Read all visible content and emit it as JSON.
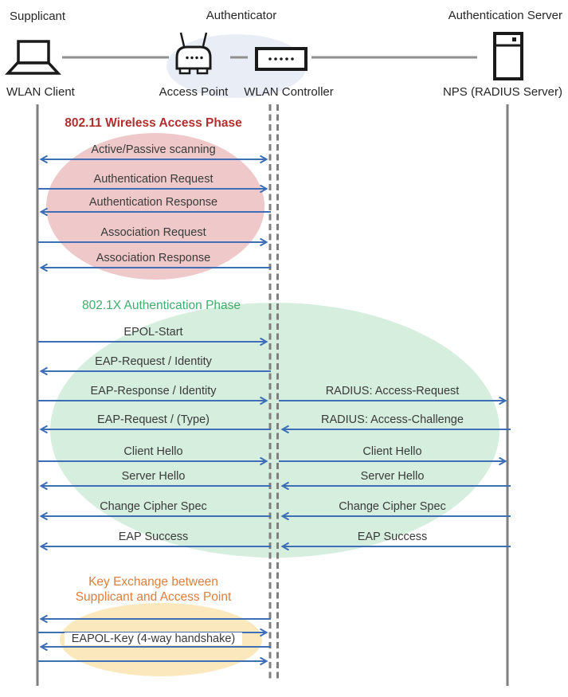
{
  "header": {
    "roles": [
      {
        "label": "Supplicant"
      },
      {
        "label": "Authenticator"
      },
      {
        "label": "Authentication Server"
      }
    ],
    "devices": [
      {
        "label": "WLAN Client"
      },
      {
        "label": "Access Point"
      },
      {
        "label": "WLAN Controller"
      },
      {
        "label": "NPS (RADIUS Server)"
      }
    ]
  },
  "phases": [
    {
      "title": "802.11 Wireless Access Phase",
      "title_color": "#b02f2f",
      "ellipse_color": "#efc9c9",
      "messages": [
        {
          "label": "Active/Passive scanning",
          "from": "WLAN Client",
          "to": "WLAN Controller",
          "direction": "both"
        },
        {
          "label": "Authentication Request",
          "from": "WLAN Client",
          "to": "WLAN Controller",
          "direction": "right"
        },
        {
          "label": "Authentication Response",
          "from": "WLAN Controller",
          "to": "WLAN Client",
          "direction": "left"
        },
        {
          "label": "Association Request",
          "from": "WLAN Client",
          "to": "WLAN Controller",
          "direction": "right"
        },
        {
          "label": "Association Response",
          "from": "WLAN Controller",
          "to": "WLAN Client",
          "direction": "left"
        }
      ]
    },
    {
      "title": "802.1X Authentication Phase",
      "title_color": "#3fad6c",
      "ellipse_color": "#d5eede",
      "messages": [
        {
          "label": "EPOL-Start",
          "segment": "client-controller",
          "direction": "right"
        },
        {
          "label": "EAP-Request / Identity",
          "segment": "client-controller",
          "direction": "left"
        },
        {
          "label": "EAP-Response / Identity",
          "segment": "client-controller",
          "direction": "right"
        },
        {
          "label": "RADIUS: Access-Request",
          "segment": "controller-server",
          "direction": "right"
        },
        {
          "label": "EAP-Request / (Type)",
          "segment": "client-controller",
          "direction": "left"
        },
        {
          "label": "RADIUS: Access-Challenge",
          "segment": "controller-server",
          "direction": "left"
        },
        {
          "label": "Client Hello",
          "segment": "client-controller",
          "direction": "right"
        },
        {
          "label": "Client Hello",
          "segment": "controller-server",
          "direction": "right"
        },
        {
          "label": "Server Hello",
          "segment": "client-controller",
          "direction": "left"
        },
        {
          "label": "Server Hello",
          "segment": "controller-server",
          "direction": "left"
        },
        {
          "label": "Change Cipher Spec",
          "segment": "client-controller",
          "direction": "left"
        },
        {
          "label": "Change Cipher Spec",
          "segment": "controller-server",
          "direction": "left"
        },
        {
          "label": "EAP Success",
          "segment": "client-controller",
          "direction": "left"
        },
        {
          "label": "EAP Success",
          "segment": "controller-server",
          "direction": "left"
        }
      ]
    },
    {
      "title": "Key Exchange between Supplicant and Access Point",
      "title_line1": "Key Exchange between",
      "title_line2": "Supplicant and Access Point",
      "title_color": "#de7e3e",
      "ellipse_color": "#fce8bd",
      "messages": [
        {
          "label": "EAPOL-Key (4-way handshake)",
          "segment": "client-controller",
          "direction": "both",
          "arrows": [
            "left",
            "right",
            "left",
            "right"
          ]
        }
      ]
    }
  ],
  "style": {
    "arrow_color": "#3d6eb6",
    "lifeline_color": "#7f7f7f",
    "authenticator_ellipse_color": "#e9edf6"
  }
}
